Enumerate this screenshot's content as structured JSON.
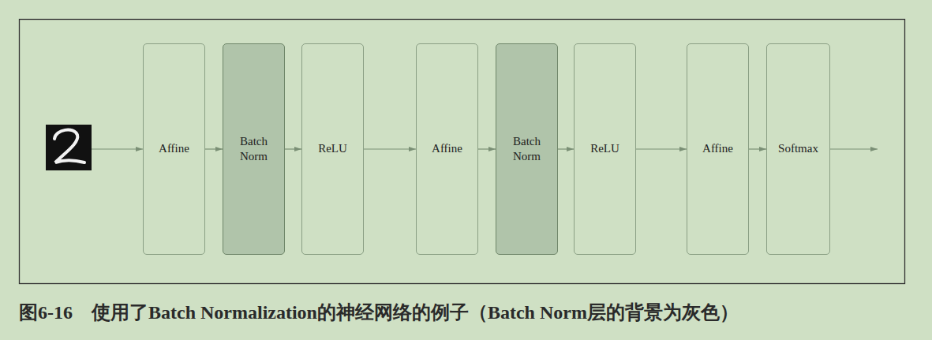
{
  "diagram": {
    "caption": "图6-16　使用了Batch Normalization的神经网络的例子（Batch Norm层的背景为灰色）",
    "nodes": [
      {
        "text": [
          "Affine"
        ]
      },
      {
        "text": [
          "Batch Norm"
        ]
      },
      {
        "text": [
          "ReLU"
        ]
      },
      {
        "text": [
          "Affine"
        ]
      },
      {
        "text": [
          "Batch Norm"
        ]
      },
      {
        "text": [
          "ReLU"
        ]
      },
      {
        "text": [
          "Affine"
        ]
      },
      {
        "text": [
          "Softmax"
        ]
      }
    ],
    "edges": [
      {
        "from": 0,
        "to": 1,
        "arrow": "to"
      },
      {
        "from": 1,
        "to": 2,
        "arrow": "to"
      },
      {
        "from": 2,
        "to": 3,
        "arrow": "to"
      },
      {
        "from": 3,
        "to": 4,
        "arrow": "to"
      },
      {
        "from": 4,
        "to": 5,
        "arrow": "to"
      },
      {
        "from": 5,
        "to": 6,
        "arrow": "to"
      },
      {
        "from": 6,
        "to": 7,
        "arrow": "to"
      }
    ]
  }
}
